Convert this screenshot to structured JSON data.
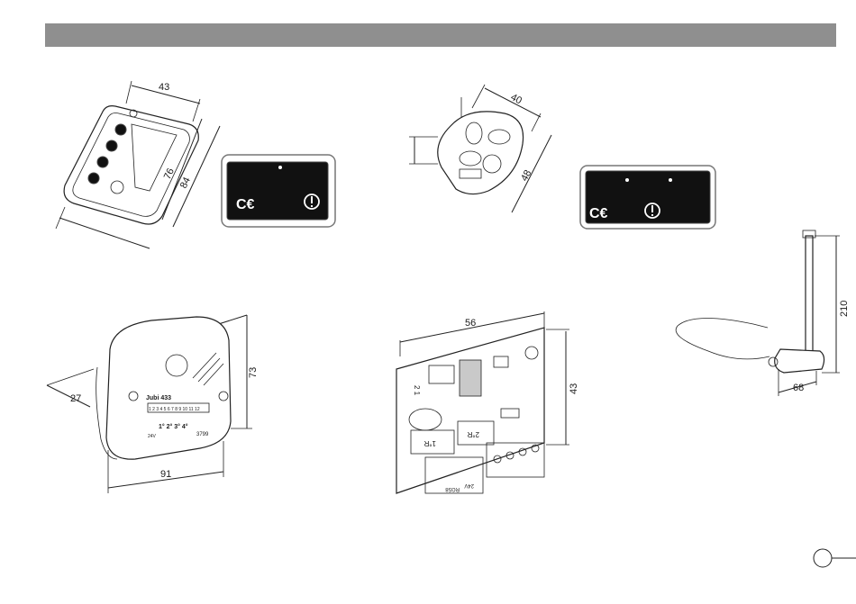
{
  "dimensions": {
    "remote_large_width": "43",
    "remote_large_height_inner": "76",
    "remote_large_height_outer": "84",
    "remote_small_width": "40",
    "remote_small_height": "48",
    "receiver_width": "91",
    "receiver_height": "73",
    "receiver_depth": "27",
    "board_width": "56",
    "board_height": "43",
    "antenna_height": "210",
    "antenna_base": "68"
  },
  "receiver_label": {
    "model": "Jubi 433",
    "dip_numbers": "1 2 3 4 5 6 7 8 9 10 11 12",
    "channels": "1° 2° 3° 4°",
    "voltage": "24V",
    "code": "3799"
  },
  "board_labels": {
    "connector_numbers": "2  1",
    "relay_1": "1°R",
    "relay_2": "2°R",
    "voltage": "24V",
    "terminal": "RG58"
  },
  "page_marker": ""
}
